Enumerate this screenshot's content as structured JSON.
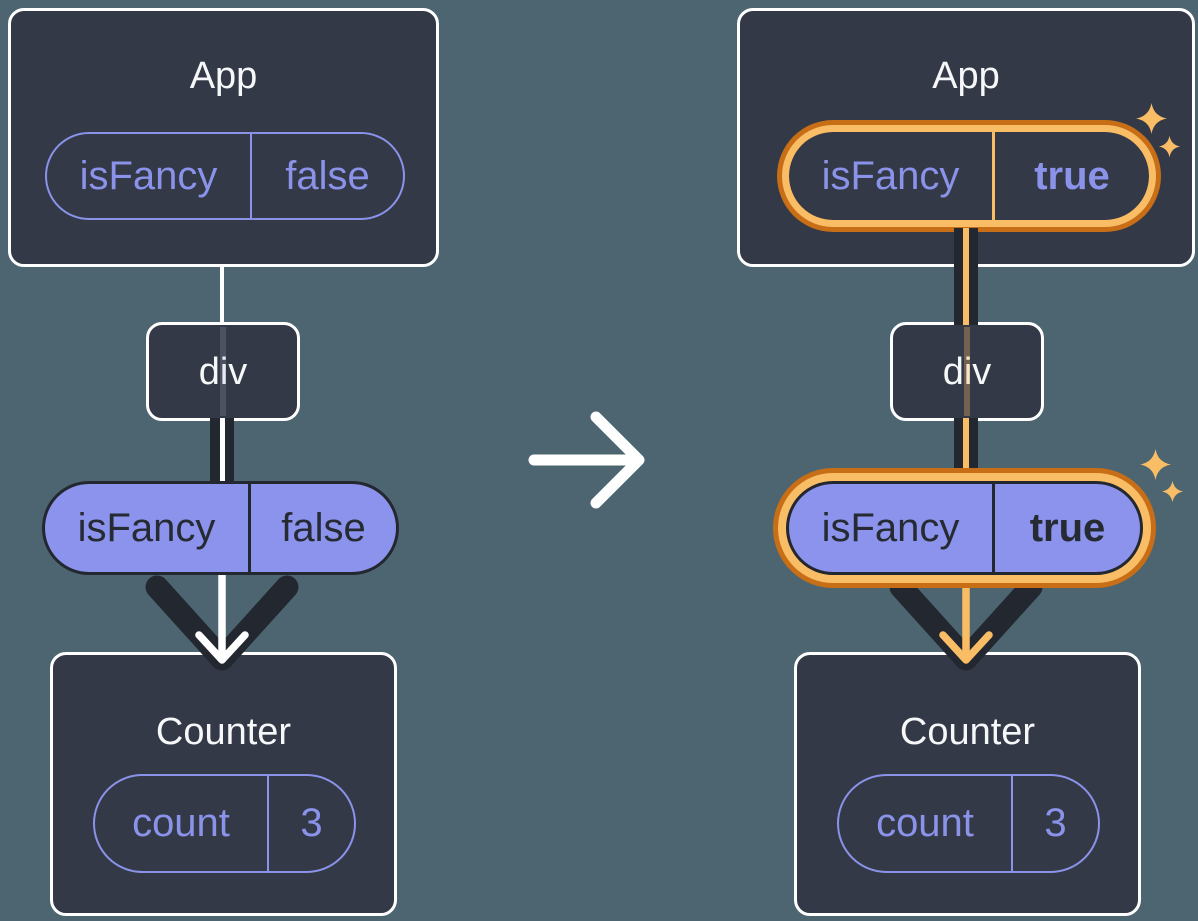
{
  "palette": {
    "background": "#4C6570",
    "box_fill": "#333946",
    "box_border": "#FFFFFF",
    "purple": "#8A93E9",
    "purple_fill": "#8B93EC",
    "ink_dark": "#23272F",
    "highlight_orange_dark": "#C76E16",
    "highlight_orange_light": "#F9BD66",
    "text_white": "#F6F7F9"
  },
  "icons": {
    "transition": "arrow-right-icon",
    "highlight": "sparkle-icon",
    "prop_flow": "arrow-down-icon"
  },
  "before": {
    "app": {
      "title": "App",
      "state_pill": {
        "name": "isFancy",
        "value": "false"
      }
    },
    "div_node": {
      "label": "div"
    },
    "prop_pill": {
      "name": "isFancy",
      "value": "false"
    },
    "counter": {
      "title": "Counter",
      "state_pill": {
        "name": "count",
        "value": "3"
      }
    }
  },
  "after": {
    "app": {
      "title": "App",
      "state_pill": {
        "name": "isFancy",
        "value": "true"
      }
    },
    "div_node": {
      "label": "div"
    },
    "prop_pill": {
      "name": "isFancy",
      "value": "true"
    },
    "counter": {
      "title": "Counter",
      "state_pill": {
        "name": "count",
        "value": "3"
      }
    }
  }
}
